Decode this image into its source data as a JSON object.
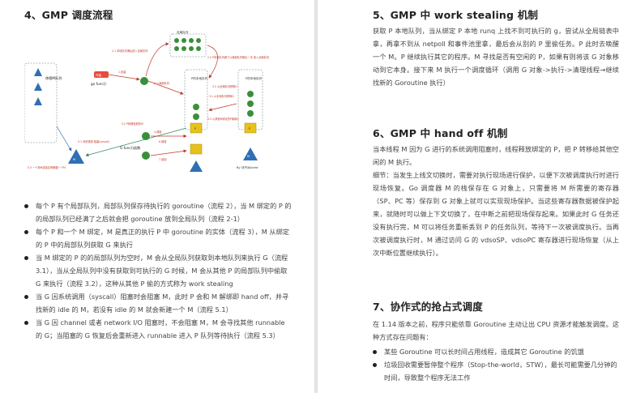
{
  "left": {
    "title": "4、GMP 调度流程",
    "figure": {
      "global_queue_label": "全局队列",
      "start_label": "开始",
      "go_func_label": "go func()",
      "hibernating_m_label": "休眠M队列",
      "local_queue_label_1": "P的本地队列",
      "local_queue_label_2": "P的本地队列",
      "g_func_label": "G func()函数",
      "annotations": {
        "a1": "2.1 本地队列满后放入全局队列",
        "a2": "2.2 P本地队列满了从局部队列取出一半 放入全局队列",
        "a3": "1.创建",
        "a4": "2.入局部队列",
        "a5": "3.1 从本地队列获取G",
        "a6": "3.2 从全局队列获取G",
        "a7": "5.1 系统调用 阻塞(syscall)",
        "a8": "5.2 P转移给新的M",
        "a9": "5.3 一个新M或者空闲唤醒一个M",
        "a10": "4.调度",
        "a11": "6.销毁",
        "a12": "7.返回",
        "a13": "3.3 从其他M绑定的P偷取G",
        "a14": "By 刘丹冰Aceld"
      }
    },
    "bullets": [
      "每个 P 有个局部队列，局部队列保存待执行的 goroutine（流程 2），当 M 绑定的 P 的的局部队列已经满了之后就会把 goroutine 放到全局队列（流程 2-1）",
      "每个 P 和一个 M 绑定，M 是真正的执行 P 中 goroutine 的实体（流程 3），M 从绑定的 P 中的局部队列获取 G 来执行",
      "当 M 绑定的 P 的的局部队列为空时，M 会从全局队列获取到本地队列来执行 G（流程 3.1），当从全局队列中没有获取到可执行的 G 时候，M 会从其他 P 的局部队列中偷取 G 来执行（流程 3.2），这种从其他 P 偷的方式称为 work stealing",
      "当 G 因系统调用（syscall）阻塞时会阻塞 M，此时 P 会和 M 解绑即 hand off，并寻找新的 idle 的 M，若没有 idle 的 M 就会新建一个 M（流程 5.1）",
      "当 G 因 channel 或者 network I/O 阻塞时，不会阻塞 M，M 会寻找其他 runnable 的 G；当阻塞的 G 恢复后会重新进入 runnable 进入 P 队列等待执行（流程 5.3）"
    ]
  },
  "right": {
    "sections": [
      {
        "title": "5、GMP 中 work stealing 机制",
        "paragraphs": [
          "获取 P 本地队列，当从绑定 P 本地 runq 上找不到可执行的 g，尝试从全局链表中拿，再拿不到从 netpoll 和事件池里拿，最后会从别的 P 里偷任务。P 此时去唤醒一个 M。P 继续执行其它的程序。M 寻找是否有空闲的 P，如果有则将该 G 对象移动到它本身。接下来 M 执行一个调度循环（调用 G 对象->执行->清理线程→继续找新的 Goroutine 执行）"
        ]
      },
      {
        "title": "6、GMP 中 hand off 机制",
        "paragraphs": [
          "当本线程 M 因为 G 进行的系统调用阻塞时，线程释放绑定的 P，把 P 转移给其他空闲的 M 执行。",
          "细节：当发生上线文切换时，需要对执行现场进行保护，以便下次被调度执行时进行现场恢复。Go 调度器 M 的栈保存在 G 对象上，只需要将 M 所需要的寄存器（SP、PC 等）保存到 G 对象上就可以实现现场保护。当这些寄存器数据被保护起来，就随时可以做上下文切换了，在中断之前把现场保存起来。如果此时 G 任务还没有执行完，M 可以将任务重新丢到 P 的任务队列，等待下一次被调度执行。当再次被调度执行时，M 通过访问 G 的 vdsoSP、vdsoPC 寄存器进行现场恢复（从上次中断位置继续执行）。"
        ]
      },
      {
        "title": "7、协作式的抢占式调度",
        "paragraphs": [
          "在 1.14 版本之前，程序只能依靠 Goroutine 主动让出 CPU 资源才能触发调度。这种方式存在问题有："
        ],
        "bullets": [
          "某些 Goroutine 可以长时间占用线程，造成其它 Goroutine 的饥饿",
          "垃圾回收需要暂停整个程序（Stop-the-world，STW），最长可能需要几分钟的时间，导致整个程序无法工作"
        ]
      }
    ]
  },
  "colors": {
    "m_triangle": "#2f6fb5",
    "g_circle": "#3a8f3a",
    "p_square": "#e8c21c",
    "arrow_red": "#c0392b",
    "arrow_green": "#2e8b57",
    "text": "#444444"
  }
}
